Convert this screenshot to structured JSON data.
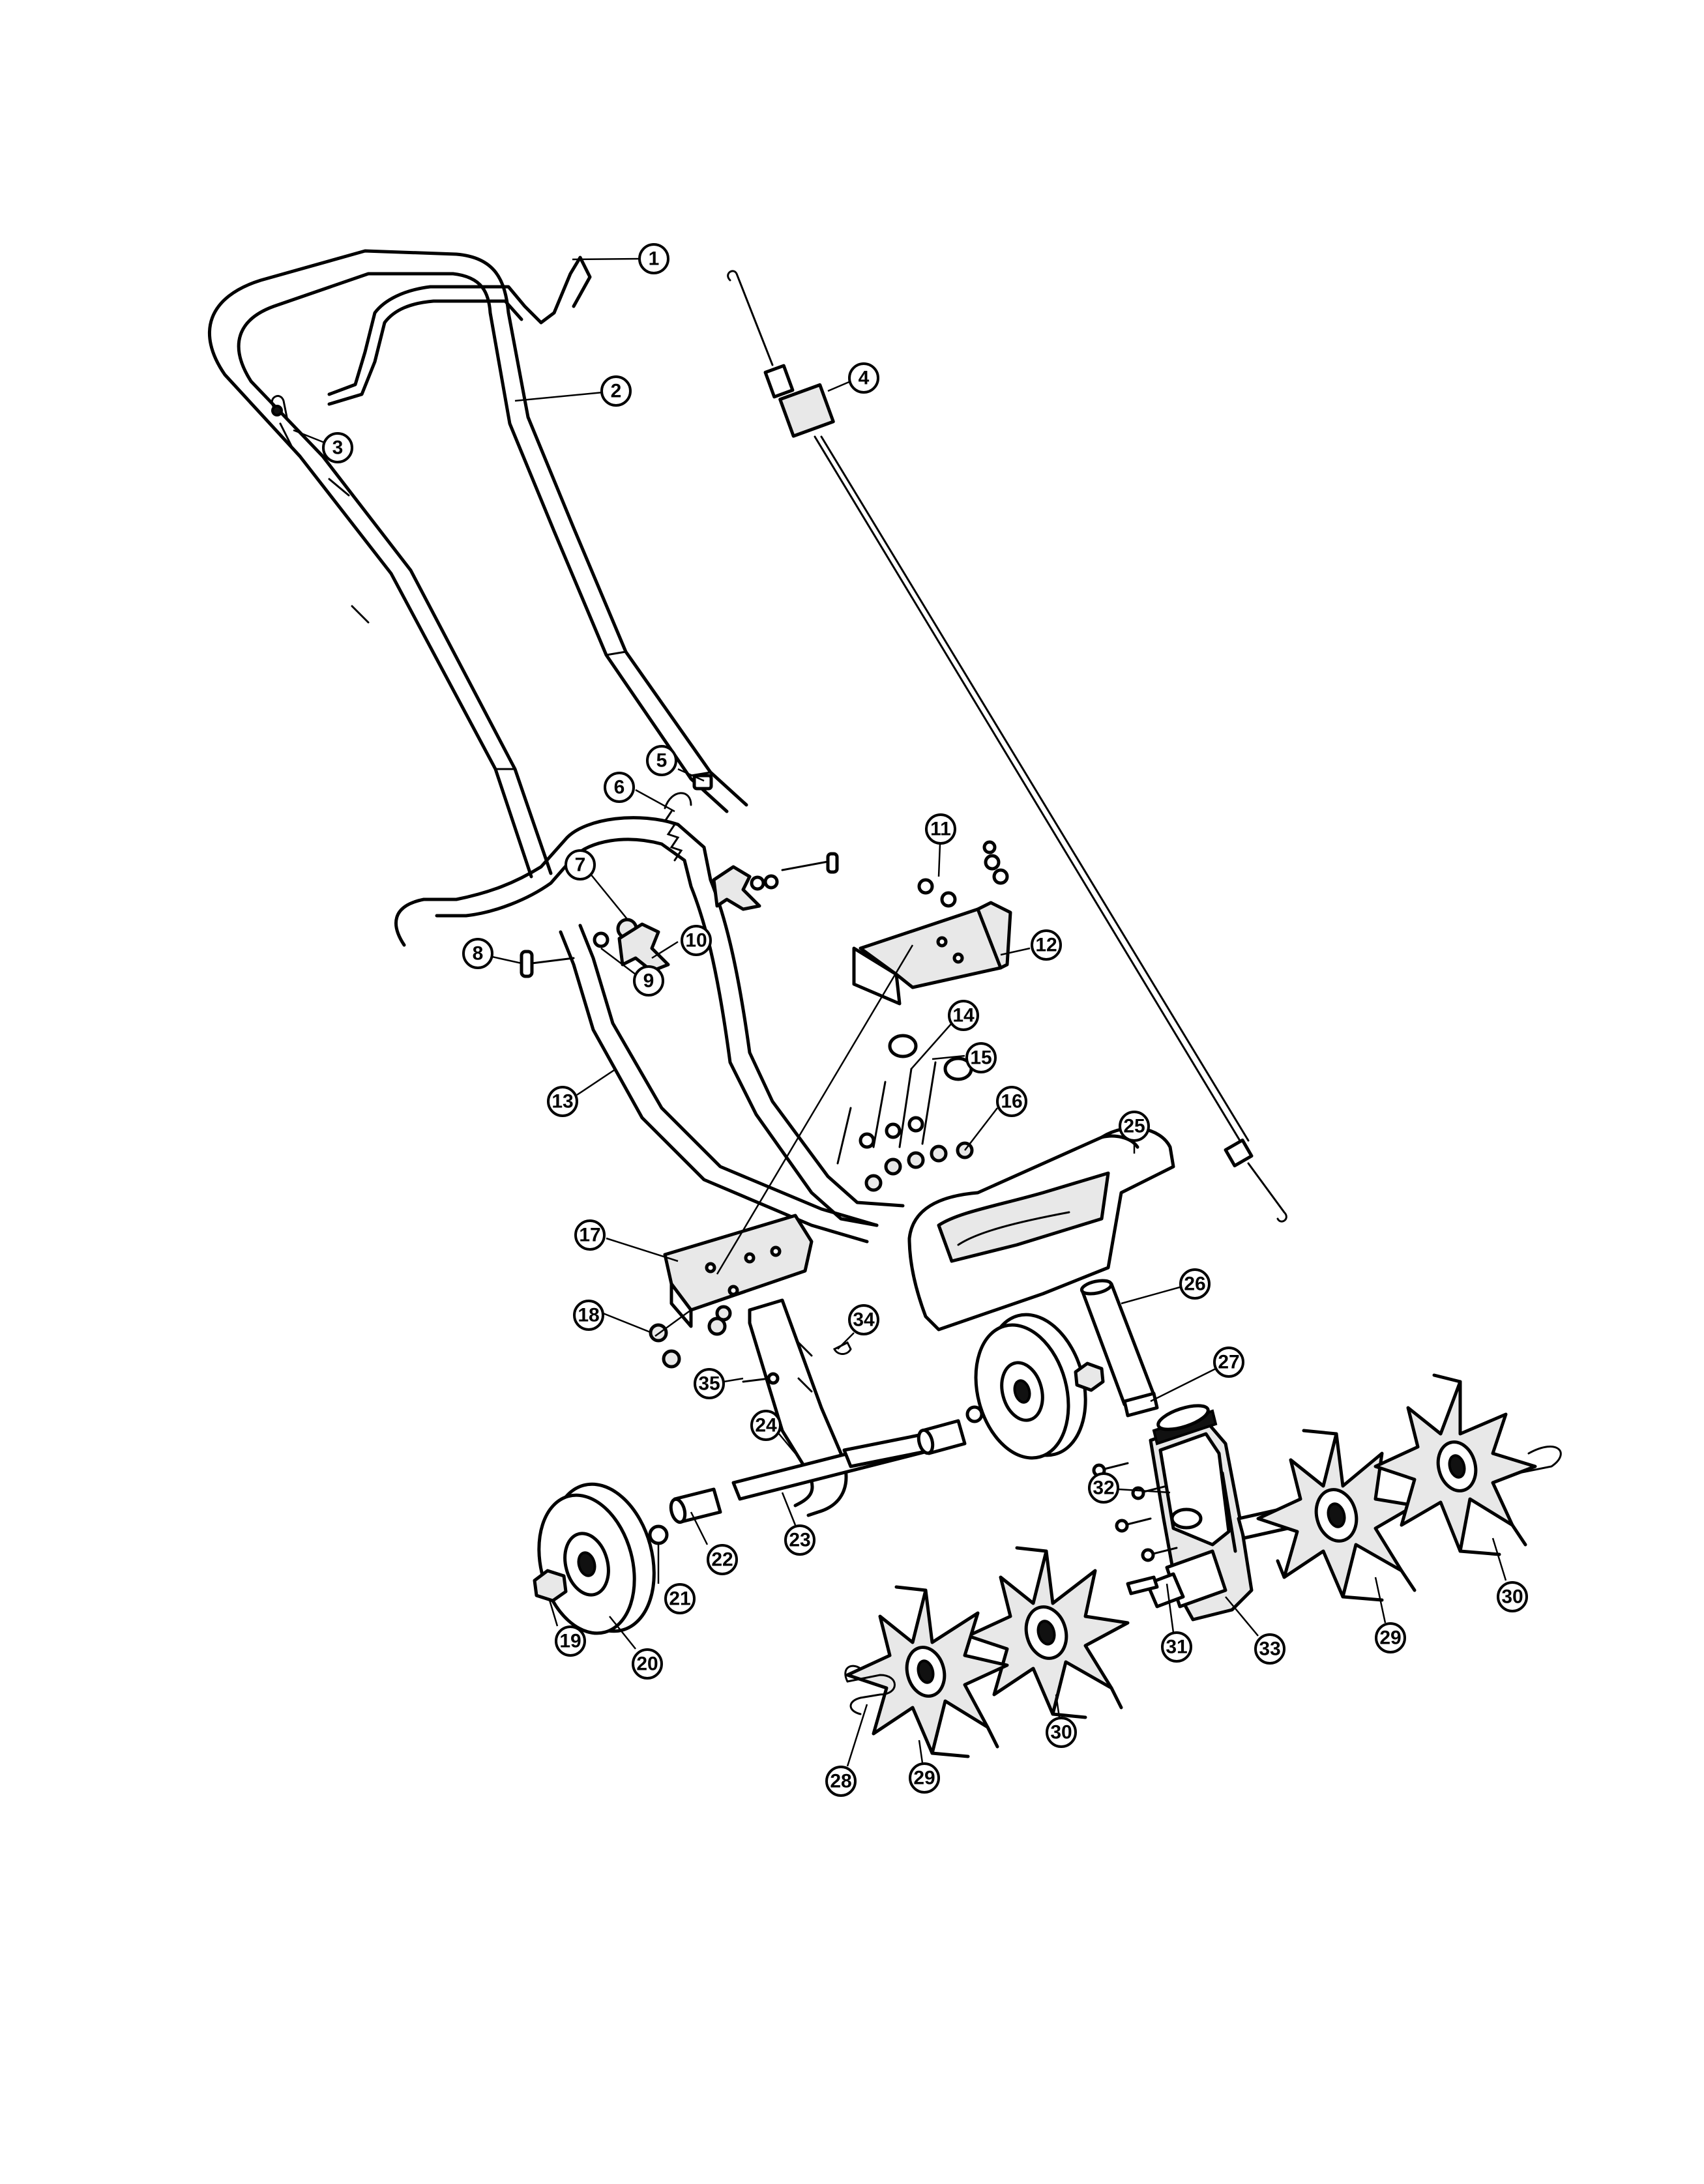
{
  "diagram": {
    "type": "exploded-parts-view",
    "callouts": [
      "1",
      "2",
      "3",
      "4",
      "5",
      "6",
      "7",
      "8",
      "9",
      "10",
      "11",
      "12",
      "13",
      "14",
      "15",
      "16",
      "17",
      "18",
      "19",
      "20",
      "21",
      "22",
      "23",
      "24",
      "25",
      "26",
      "27",
      "28",
      "29",
      "30",
      "31",
      "32",
      "33",
      "34",
      "35"
    ]
  }
}
